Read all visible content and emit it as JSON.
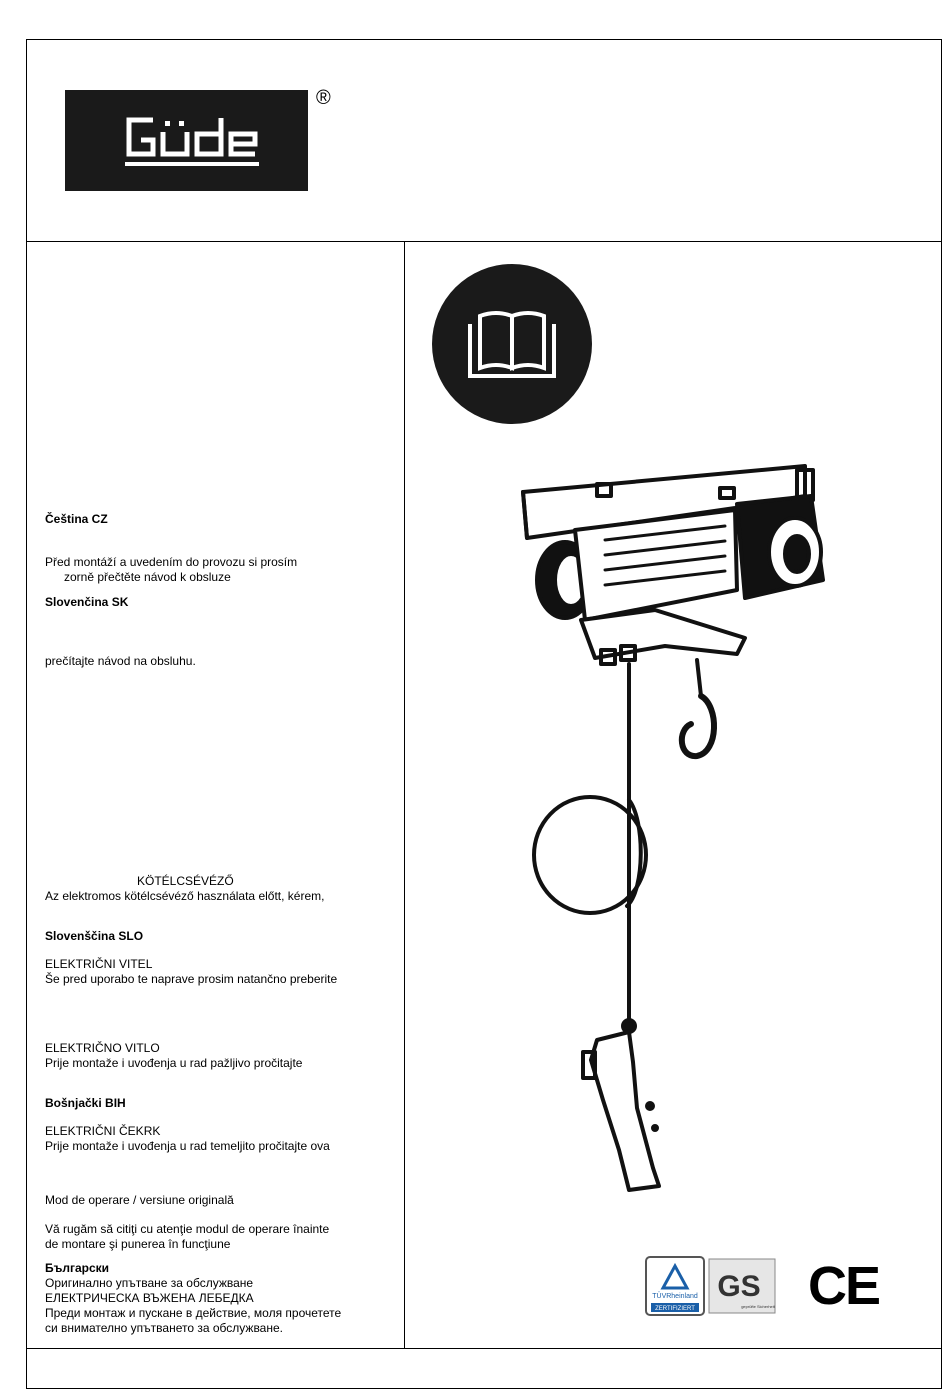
{
  "logo": {
    "text": "Güde",
    "registered_mark": "®"
  },
  "icons": {
    "manual": "open-book-icon"
  },
  "certifications": {
    "tuv_label": "TÜVRheinland",
    "tuv_sub": "ZERTIFIZIERT",
    "gs_label": "GS",
    "gs_sub": "geprüfte Sicherheit",
    "ce_label": "CE"
  },
  "sections": [
    {
      "lines": [
        "Čeština CZ"
      ],
      "bold": true
    },
    {
      "lines": [
        "Před montáží a uvedením do provozu si prosím",
        "zorně přečtěte návod k obsluze"
      ]
    },
    {
      "lines": [
        "Slovenčina SK"
      ],
      "bold": true
    },
    {
      "lines": [
        "prečítajte návod na obsluhu."
      ]
    },
    {
      "lines": [
        "KÖTÉLCSÉVÉZŐ",
        "Az elektromos kötélcsévéző használata előtt, kérem,"
      ]
    },
    {
      "lines": [
        "Slovenščina SLO"
      ],
      "bold": true
    },
    {
      "lines": [
        "ELEKTRIČNI VITEL",
        "Še pred uporabo te naprave prosim natančno preberite"
      ]
    },
    {
      "lines": [
        "ELEKTRIČNO VITLO",
        "Prije montaže i uvođenja u rad pažljivo pročitajte"
      ]
    },
    {
      "lines": [
        "Bošnjački BIH"
      ],
      "bold": true
    },
    {
      "lines": [
        "ELEKTRIČNI ČEKRK",
        "Prije montaže i uvođenja u rad temeljito pročitajte ova"
      ]
    },
    {
      "lines": [
        "Mod de operare / versiune originală"
      ]
    },
    {
      "lines": [
        "Vă rugăm să citiţi cu atenţie modul de operare înainte",
        "de montare şi punerea în funcţiune"
      ]
    },
    {
      "lines": [
        "Български"
      ],
      "bold": true
    },
    {
      "lines": [
        "Оригинално упътване за обслужване",
        "ЕЛЕКТРИЧЕСКА ВЪЖЕНА ЛЕБЕДКА",
        "Преди монтаж и пускане в действие, моля прочетете",
        "си внимателно упътването за обслужване."
      ]
    }
  ]
}
